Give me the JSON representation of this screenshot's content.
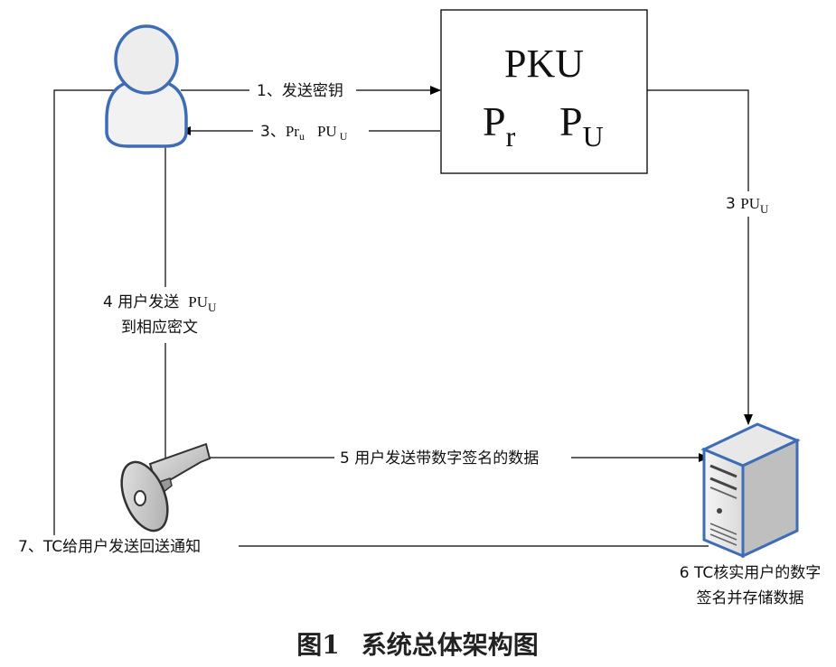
{
  "pku_box": {
    "title": "PKU",
    "pr": "P",
    "pr_sub": "r",
    "pu": "P",
    "pu_sub": "U"
  },
  "arrows": {
    "send_key": "1、发送密钥",
    "return_keys_prefix": "3、",
    "return_keys_pr": "Pr",
    "return_keys_pr_sub": "u",
    "return_keys_pu": "PU",
    "return_keys_pu_sub": "U",
    "to_server_prefix": "3 ",
    "to_server_pu": "PU",
    "to_server_pu_sub": "U",
    "user_send_line1": "4 用户发送",
    "user_send_pu": "PU",
    "user_send_pu_sub": "U",
    "user_send_line2": "到相应密文",
    "signed_data": "5 用户发送带数字签名的数据",
    "tc_notify": "7、TC给用户发送回送通知"
  },
  "server_label": {
    "line1": "6 TC核实用户的数字",
    "line2": "签名并存储数据"
  },
  "caption": {
    "num": "图1",
    "text": "系统总体架构图"
  }
}
